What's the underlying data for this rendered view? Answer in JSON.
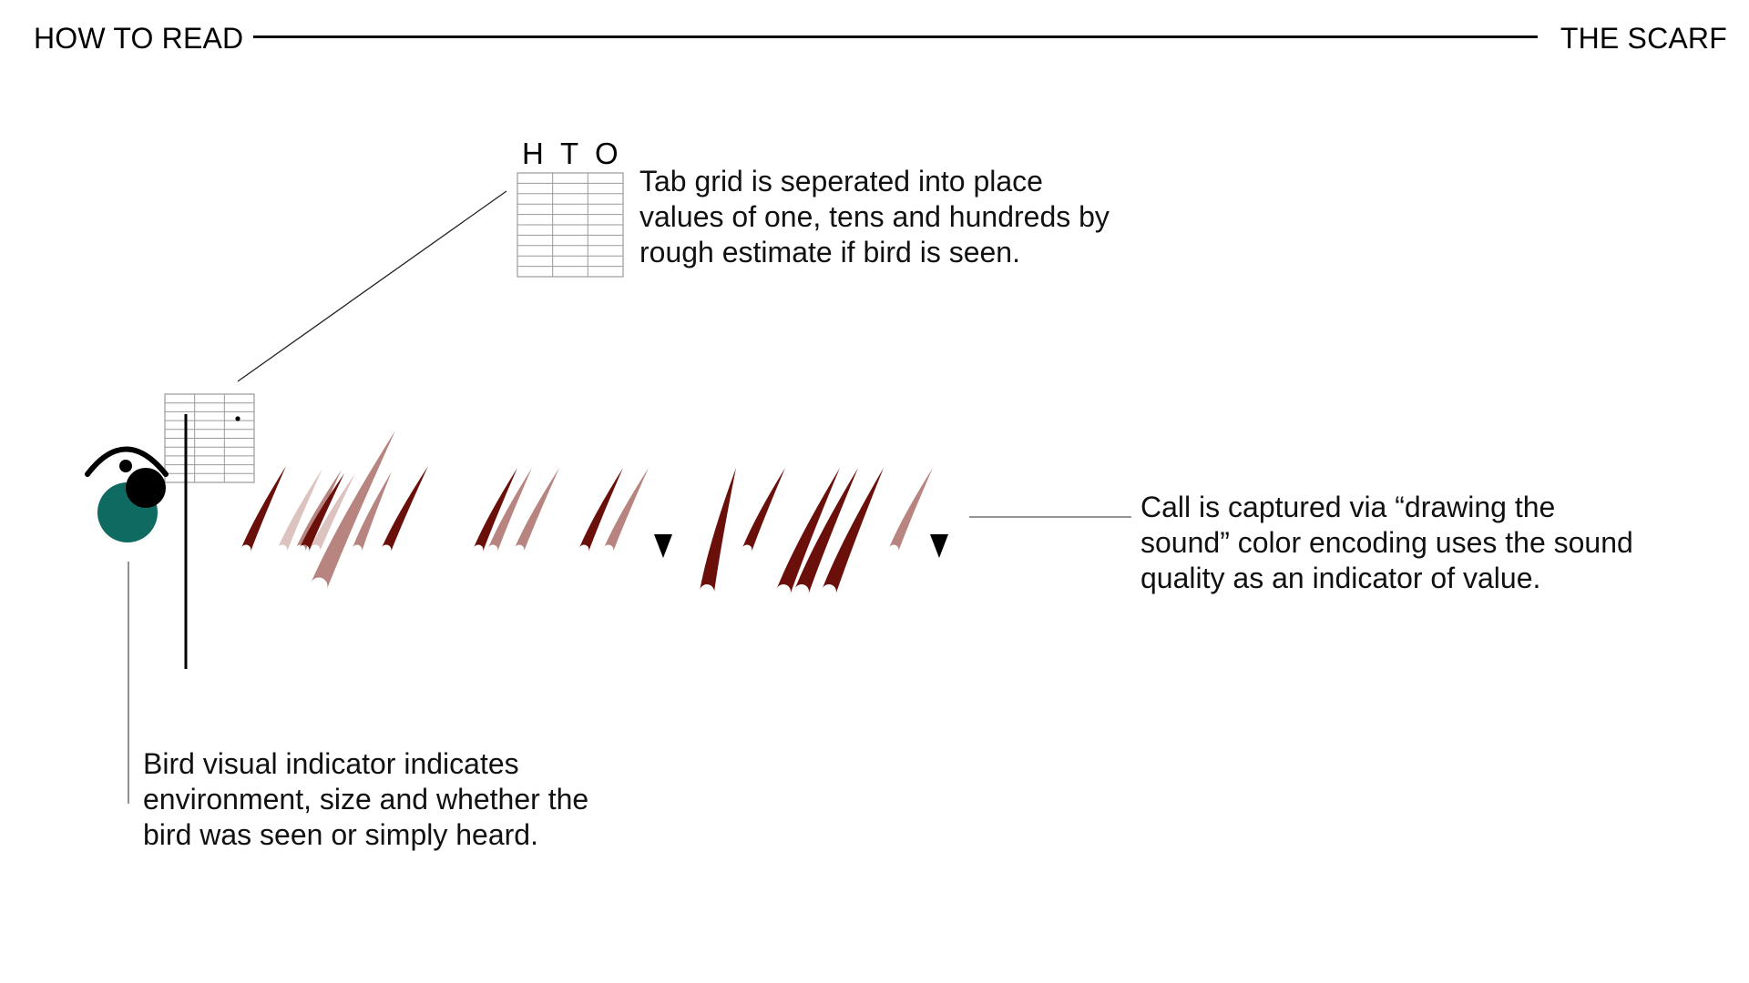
{
  "header": {
    "left_label": "HOW TO READ",
    "right_label": "THE SCARF"
  },
  "tab_grid_legend": {
    "column_labels": [
      "H",
      "T",
      "O"
    ]
  },
  "annotations": {
    "tab_grid": [
      "Tab grid is seperated into place",
      "values of one, tens and hundreds by",
      "rough estimate if bird is seen."
    ],
    "call": [
      "Call is captured via “drawing the",
      "sound” color encoding uses the sound",
      "quality as an indicator of value."
    ],
    "bird": [
      "Bird visual indicator indicates",
      "environment, size and whether the",
      "bird was seen or simply heard."
    ]
  },
  "colors": {
    "stroke_dark": "#6b0f0a",
    "stroke_medium": "#b8847f",
    "stroke_light": "#dcc3c0",
    "bird_body": "#0f6b62",
    "ink": "#000000",
    "grid_line": "#9a9a9a"
  },
  "icons": {
    "bird_indicator": "eye-bird-icon",
    "pause_marker": "down-triangle-icon"
  }
}
